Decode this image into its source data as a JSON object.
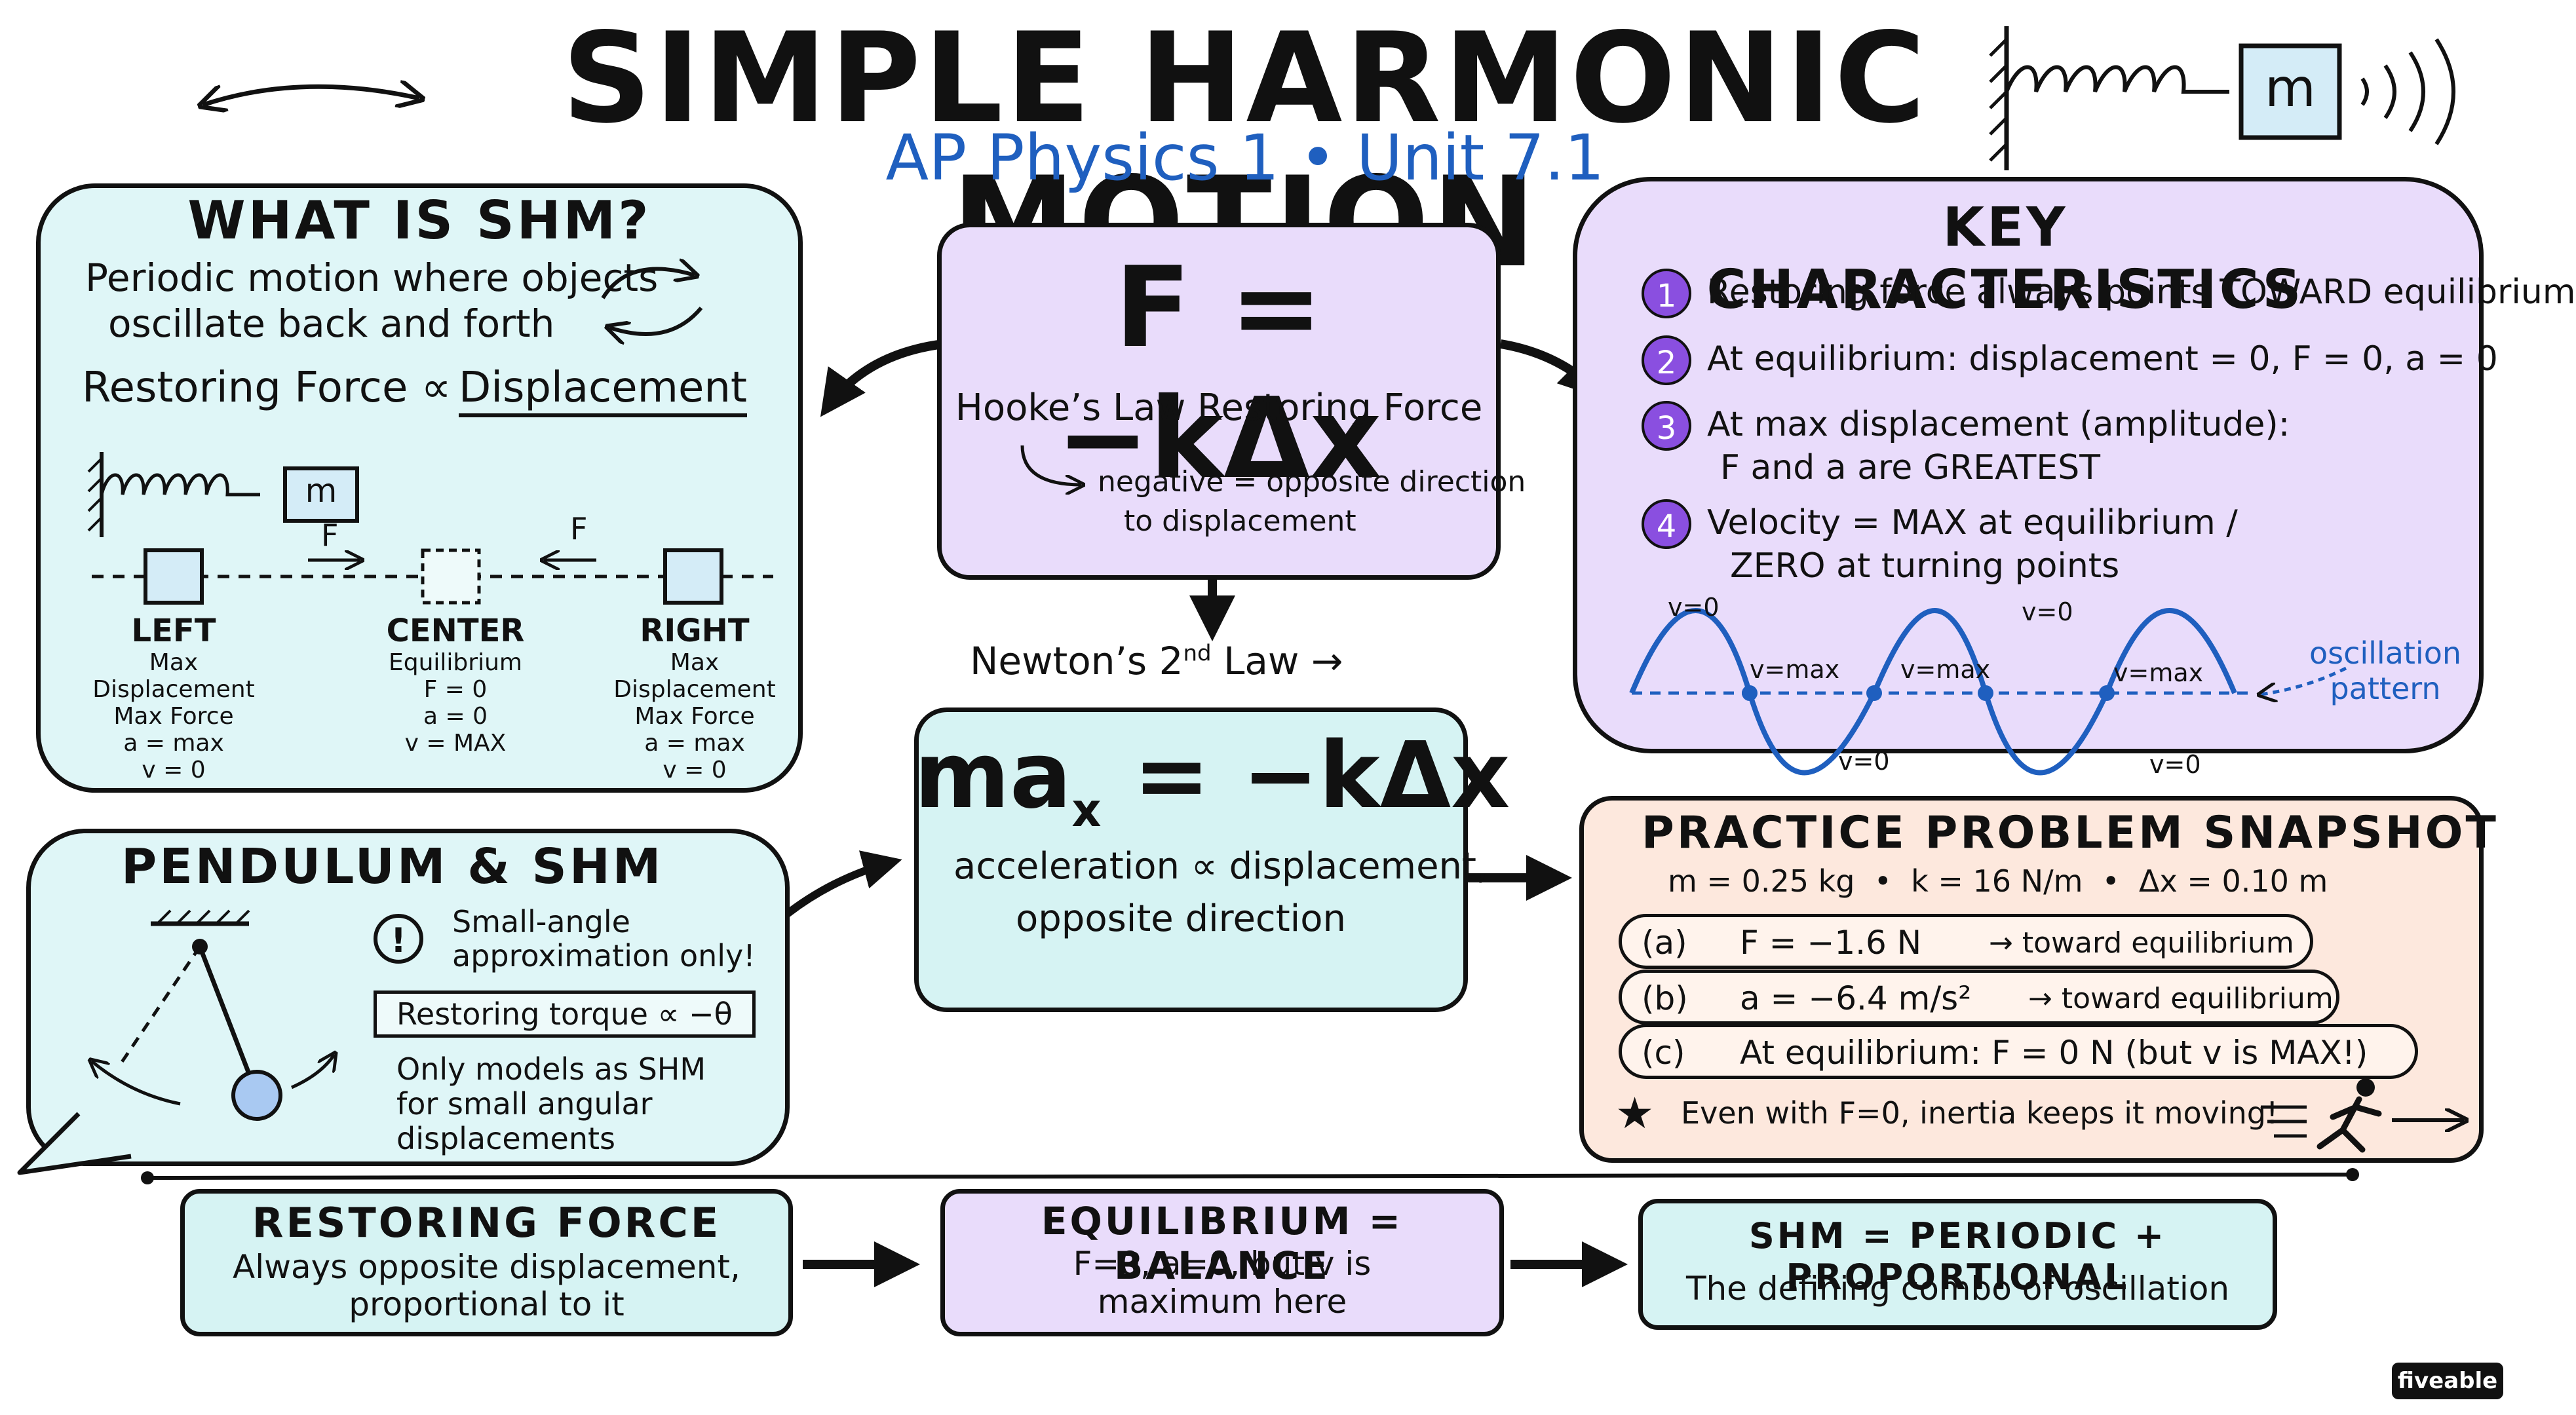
{
  "header": {
    "title": "SIMPLE HARMONIC MOTION",
    "subtitle": "AP Physics 1 • Unit 7.1",
    "spring_mass_label": "m"
  },
  "what_is_shm": {
    "heading": "WHAT IS SHM?",
    "desc_line1": "Periodic motion where objects",
    "desc_line2": "oscillate back and forth",
    "relation_left": "Restoring Force ∝",
    "relation_right": "Displacement",
    "mass_label": "m",
    "force_label_1": "F",
    "force_label_2": "F",
    "positions": [
      {
        "name": "LEFT",
        "lines": [
          "Max Displacement",
          "Max Force",
          "a = max",
          "v = 0"
        ]
      },
      {
        "name": "CENTER",
        "lines": [
          "Equilibrium",
          "F = 0",
          "a = 0",
          "v = MAX"
        ]
      },
      {
        "name": "RIGHT",
        "lines": [
          "Max Displacement",
          "Max Force",
          "a = max",
          "v = 0"
        ]
      }
    ]
  },
  "hooke": {
    "equation": "F = −kΔx",
    "label": "Hooke’s Law Restoring Force",
    "note_line1": "negative = opposite direction",
    "note_line2": "to displacement"
  },
  "newton": {
    "label_prefix": "Newton’s 2",
    "label_sup": "nd",
    "label_suffix": " Law →",
    "equation_main": "ma",
    "equation_sub": "x",
    "equation_rest": " = −kΔx",
    "note_line1": "acceleration ∝ displacement,",
    "note_line2": "opposite direction"
  },
  "key_characteristics": {
    "heading": "KEY CHARACTERISTICS",
    "items": [
      {
        "num": "1",
        "line1": "Restoring force always points TOWARD equilibrium",
        "line2": ""
      },
      {
        "num": "2",
        "line1": "At equilibrium: displacement = 0, F = 0, a = 0",
        "line2": ""
      },
      {
        "num": "3",
        "line1": "At max displacement (amplitude):",
        "line2": "F and a are GREATEST"
      },
      {
        "num": "4",
        "line1": "Velocity = MAX at equilibrium /",
        "line2": "ZERO at turning points"
      }
    ],
    "wave_labels": [
      "v=0",
      "v=max",
      "v=max",
      "v=0",
      "v=max",
      "v=0",
      "v=0"
    ],
    "pattern_line1": "oscillation",
    "pattern_line2": "pattern"
  },
  "pendulum": {
    "heading": "PENDULUM & SHM",
    "warning_icon": "!",
    "warning_line1": "Small-angle",
    "warning_line2": "approximation only!",
    "torque": "Restoring torque ∝ −θ",
    "note_line1": "Only models as SHM",
    "note_line2": "for small angular",
    "note_line3": "displacements"
  },
  "practice": {
    "heading": "PRACTICE PROBLEM SNAPSHOT",
    "givens": "m = 0.25 kg  •  k = 16 N/m  •  Δx = 0.10 m",
    "answers": [
      {
        "letter": "(a)",
        "text": "F = −1.6 N",
        "note": "→ toward equilibrium"
      },
      {
        "letter": "(b)",
        "text": "a = −6.4 m/s²",
        "note": "→ toward equilibrium"
      },
      {
        "letter": "(c)",
        "text": "At equilibrium:  F = 0 N (but v is MAX!)",
        "note": ""
      }
    ],
    "footer": "Even with F=0, inertia keeps it moving!"
  },
  "summary": [
    {
      "title": "RESTORING FORCE",
      "line1": "Always opposite displacement,",
      "line2": "proportional to it"
    },
    {
      "title": "EQUILIBRIUM = BALANCE",
      "line1": "F=0, a=0, but v is",
      "line2": "maximum here"
    },
    {
      "title": "SHM = PERIODIC + PROPORTIONAL",
      "line1": "The defining combo of oscillation",
      "line2": ""
    }
  ],
  "brand": "fiveable",
  "colors": {
    "cyan_fill": "#dff6f7",
    "purple_fill": "#e9dcfb",
    "orange_fill": "#fde8dd",
    "blue_text": "#1f5fbf",
    "purple_badge": "#8a4fe0"
  },
  "icons": [
    "double-arrow-icon",
    "spring-mass-icon",
    "cycle-arrows-icon",
    "warning-icon",
    "star-icon",
    "running-person-icon"
  ]
}
